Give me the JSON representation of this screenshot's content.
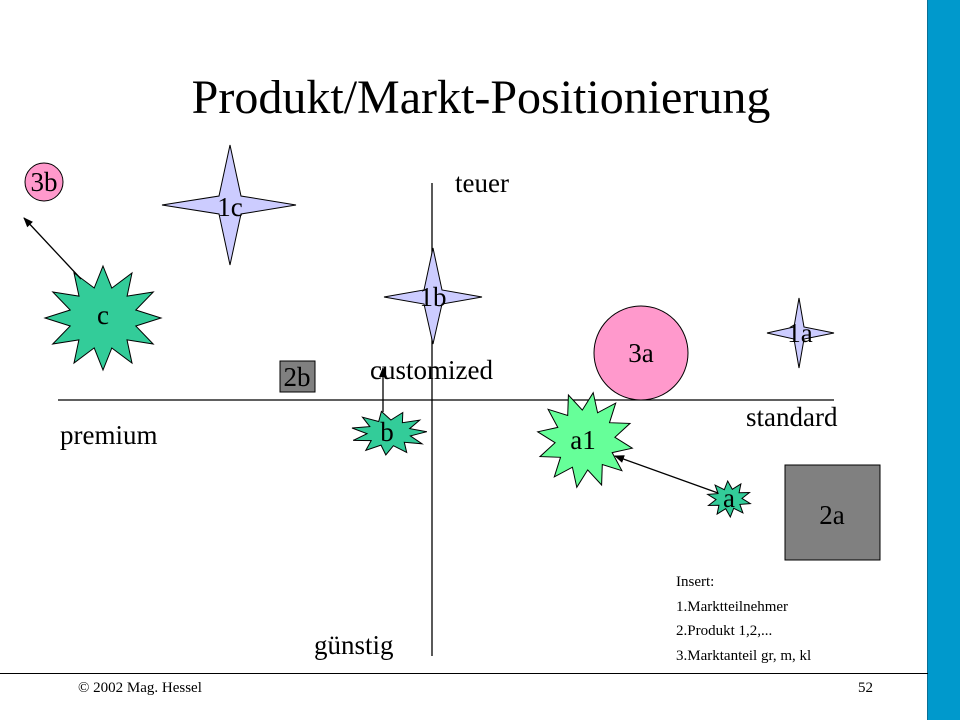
{
  "title": "Produkt/Markt-Positionierung",
  "axes": {
    "top": "teuer",
    "bottom": "günstig",
    "left": "premium",
    "right": "standard",
    "center": "customized"
  },
  "items": {
    "star_1c": "1c",
    "star_1b": "1b",
    "star_1a": "1a",
    "circle_3b": "3b",
    "circle_3a": "3a",
    "square_2b": "2b",
    "square_2a": "2a",
    "burst_c": "c",
    "burst_b": "b",
    "burst_a1": "a1",
    "burst_a": "a"
  },
  "colors": {
    "star": "#ccccff",
    "circle": "#ff99cc",
    "burst": "#33cc99",
    "burst_light": "#66ff99",
    "square": "#808080",
    "accent_bar": "#0099cc"
  },
  "insert": {
    "heading": "Insert:",
    "lines": [
      "1.Marktteilnehmer",
      "2.Produkt 1,2,...",
      "3.Marktanteil gr, m, kl"
    ]
  },
  "footer": {
    "copyright": "© 2002 Mag. Hessel",
    "page": "52"
  }
}
